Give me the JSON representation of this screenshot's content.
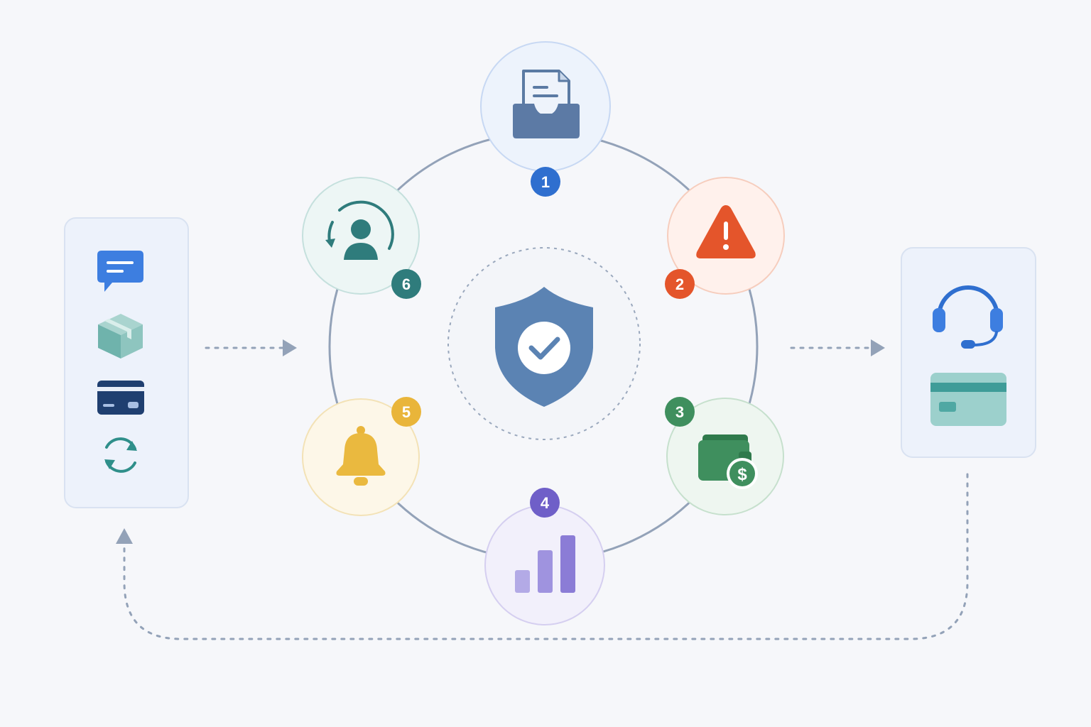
{
  "diagram": {
    "center": {
      "icon": "shield-check-icon"
    },
    "steps": [
      {
        "number": "1",
        "icon": "document-inbox-icon",
        "color": "#2f6fcf",
        "ring_fill": "#edf3fc",
        "ring_stroke": "#c7d8f3"
      },
      {
        "number": "2",
        "icon": "warning-triangle-icon",
        "color": "#e4552b",
        "ring_fill": "#fff1ec",
        "ring_stroke": "#f6cdbd"
      },
      {
        "number": "3",
        "icon": "wallet-dollar-icon",
        "color": "#3f8f5e",
        "ring_fill": "#eef6f0",
        "ring_stroke": "#c6e0cd"
      },
      {
        "number": "4",
        "icon": "bar-chart-icon",
        "color": "#6f5fc8",
        "ring_fill": "#f2f0fb",
        "ring_stroke": "#d5cff0"
      },
      {
        "number": "5",
        "icon": "bell-icon",
        "color": "#e9b53a",
        "ring_fill": "#fdf7e8",
        "ring_stroke": "#f3e2b6"
      },
      {
        "number": "6",
        "icon": "user-refresh-icon",
        "color": "#2f7c7c",
        "ring_fill": "#edf6f5",
        "ring_stroke": "#c5e0dd"
      }
    ],
    "input_panel": {
      "icons": [
        "chat-bubble-icon",
        "package-box-icon",
        "credit-card-icon",
        "sync-arrows-icon"
      ]
    },
    "output_panel": {
      "icons": [
        "headset-icon",
        "payment-card-icon"
      ]
    },
    "colors": {
      "background": "#f6f7fa",
      "panel_fill": "#edf2fb",
      "panel_stroke": "#d9e2f1",
      "orbit": "#93a2b8",
      "connector": "#93a2b8",
      "shield": "#5b83b3"
    }
  }
}
